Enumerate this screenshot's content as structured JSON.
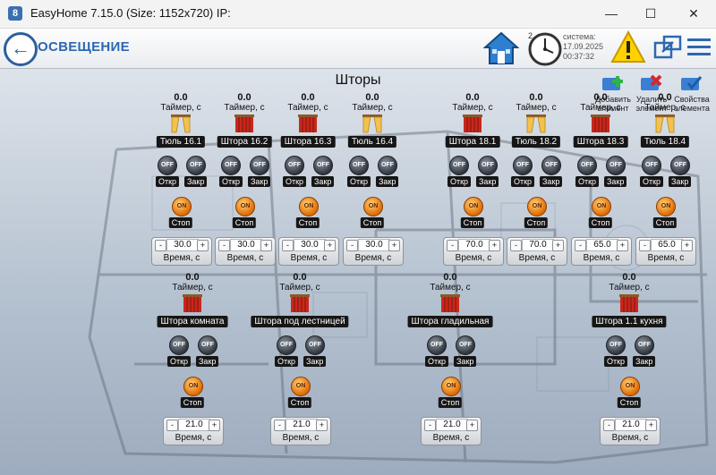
{
  "window": {
    "title": "EasyHome 7.15.0 (Size: 1152x720) IP:",
    "app_icon": "8",
    "minimize": "—",
    "maximize": "☐",
    "close": "✕"
  },
  "header": {
    "page_name": "ОСВЕЩЕНИЕ",
    "system_label": "система:",
    "date": "17.09.2025",
    "time": "00:37:32",
    "clock_badge": "2"
  },
  "panel": {
    "title": "Шторы"
  },
  "tools": [
    {
      "label": "Добавить элемент",
      "name": "add-element"
    },
    {
      "label": "Удалить элемент",
      "name": "delete-element"
    },
    {
      "label": "Свойства элемента",
      "name": "element-properties"
    }
  ],
  "labels": {
    "timer": "Таймер, с",
    "open": "Откр",
    "close": "Закр",
    "stop": "Стоп",
    "time": "Время, с",
    "off": "OFF",
    "on": "ON",
    "minus": "-",
    "plus": "+"
  },
  "controls": [
    {
      "name": "Тюль 16.1",
      "value": "0.0",
      "time": "30.0",
      "type": "tulle"
    },
    {
      "name": "Штора 16.2",
      "value": "0.0",
      "time": "30.0",
      "type": "curtain"
    },
    {
      "name": "Штора 16.3",
      "value": "0.0",
      "time": "30.0",
      "type": "curtain"
    },
    {
      "name": "Тюль 16.4",
      "value": "0.0",
      "time": "30.0",
      "type": "tulle"
    },
    {
      "name": "Штора 18.1",
      "value": "0.0",
      "time": "70.0",
      "type": "curtain"
    },
    {
      "name": "Тюль 18.2",
      "value": "0.0",
      "time": "70.0",
      "type": "tulle"
    },
    {
      "name": "Штора 18.3",
      "value": "0.0",
      "time": "65.0",
      "type": "curtain"
    },
    {
      "name": "Тюль 18.4",
      "value": "0.0",
      "time": "65.0",
      "type": "tulle"
    },
    {
      "name": "Штора комната",
      "value": "0.0",
      "time": "21.0",
      "type": "curtain"
    },
    {
      "name": "Штора под лестницей",
      "value": "0.0",
      "time": "21.0",
      "type": "curtain"
    },
    {
      "name": "Штора гладильная",
      "value": "0.0",
      "time": "21.0",
      "type": "curtain"
    },
    {
      "name": "Штора 1.1 кухня",
      "value": "0.0",
      "time": "21.0",
      "type": "curtain"
    }
  ],
  "colors": {
    "accent": "#2c68b0",
    "on": "#e06a00",
    "label_bg": "#161616",
    "tulle": "#f2c14e",
    "curtain": "#c8281c"
  }
}
